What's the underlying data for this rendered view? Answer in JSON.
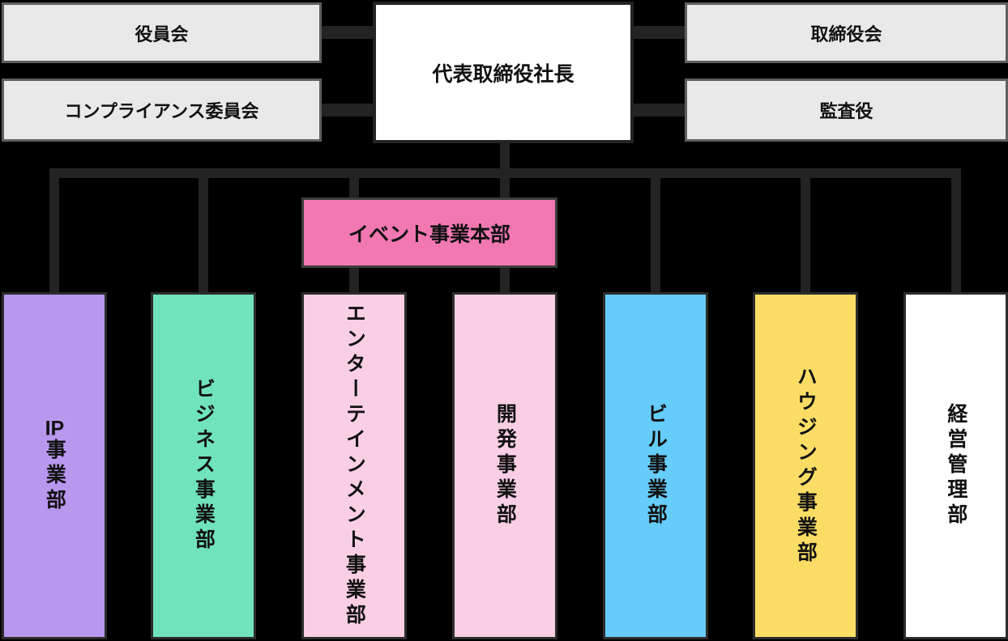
{
  "colors": {
    "background": "#000000",
    "connector": "#232323",
    "committee_fill": "#e9e9e9",
    "text": "#111111"
  },
  "top_row": {
    "executive_board": "役員会",
    "compliance_committee": "コンプライアンス委員会",
    "president": "代表取締役社長",
    "board_of_directors": "取締役会",
    "auditor": "監査役"
  },
  "event_hq": {
    "label": "イベント事業本部",
    "fill": "#f278b1"
  },
  "departments": [
    {
      "id": "ip",
      "label": "IP事業部",
      "fill": "#b897ef"
    },
    {
      "id": "business",
      "label": "ビジネス事業部",
      "fill": "#70e3bc"
    },
    {
      "id": "entertainment",
      "label": "エンターテインメント事業部",
      "fill": "#facfe4"
    },
    {
      "id": "development",
      "label": "開発事業部",
      "fill": "#facfe4"
    },
    {
      "id": "building",
      "label": "ビル事業部",
      "fill": "#66ccf9"
    },
    {
      "id": "housing",
      "label": "ハウジング事業部",
      "fill": "#fbdd66"
    },
    {
      "id": "management",
      "label": "経営管理部",
      "fill": "#ffffff"
    }
  ]
}
